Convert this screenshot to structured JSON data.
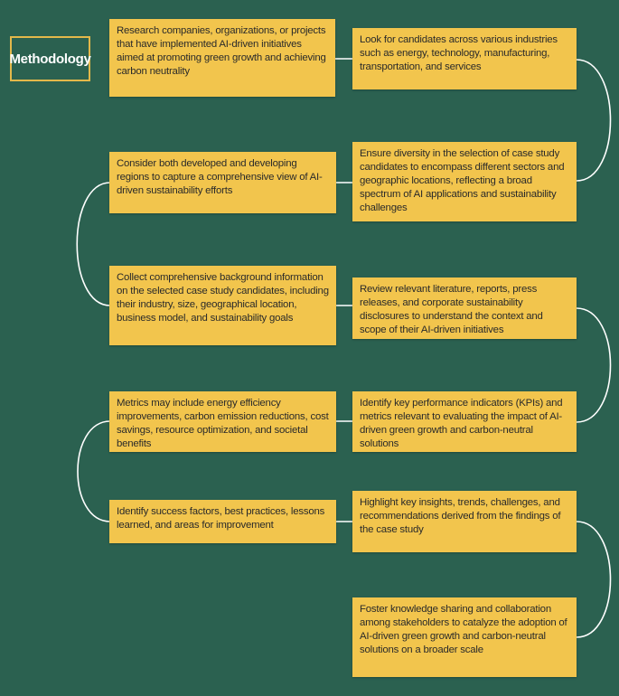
{
  "title": "Methodology",
  "colors": {
    "background": "#2b6150",
    "box": "#f2c54d",
    "connector": "#ffffff",
    "title_border": "#e3b84a"
  },
  "steps": [
    {
      "text": "Research companies, organizations, or projects that have implemented AI-driven initiatives aimed at promoting green growth and achieving carbon neutrality"
    },
    {
      "text": "Look for candidates across various industries such as energy, technology, manufacturing, transportation, and services"
    },
    {
      "text": "Ensure diversity in the selection of case study candidates to encompass different sectors and geographic locations, reflecting a broad spectrum of AI applications and sustainability challenges"
    },
    {
      "text": "Consider both developed and developing regions to capture a comprehensive view of AI-driven sustainability efforts"
    },
    {
      "text": "Collect comprehensive background information on the selected case study candidates, including their industry, size, geographical location, business model, and sustainability goals"
    },
    {
      "text": "Review relevant literature, reports, press releases, and corporate sustainability disclosures to understand the context and scope of their AI-driven initiatives"
    },
    {
      "text": "Identify key performance indicators (KPIs) and metrics relevant to evaluating the impact of AI-driven green growth and carbon-neutral solutions"
    },
    {
      "text": "Metrics may include energy efficiency improvements, carbon emission reductions, cost savings, resource optimization, and societal benefits"
    },
    {
      "text": "Identify success factors, best practices, lessons learned, and areas for improvement"
    },
    {
      "text": "Highlight key insights, trends, challenges, and recommendations derived from the findings of the case study"
    },
    {
      "text": "Foster knowledge sharing and collaboration among stakeholders to catalyze the adoption of AI-driven green growth and carbon-neutral solutions on a broader scale"
    }
  ]
}
